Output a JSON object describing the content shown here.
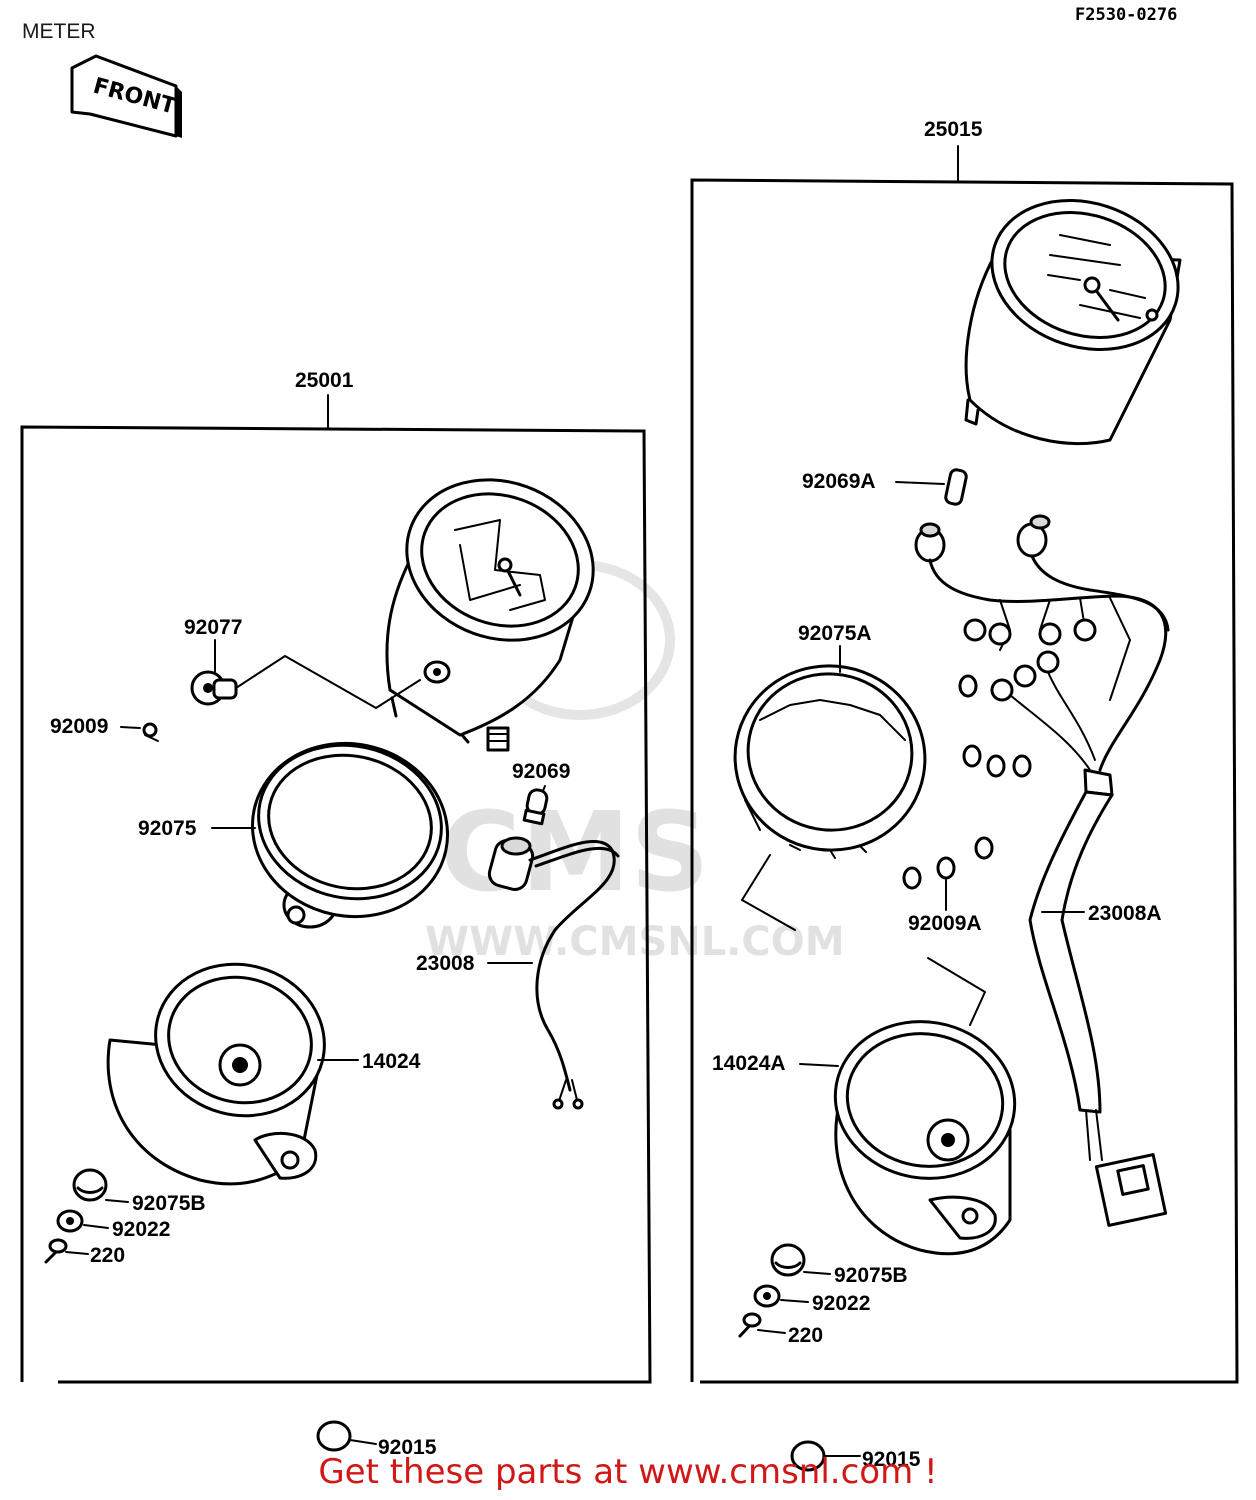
{
  "title": "METER",
  "ref_code": "F2530-0276",
  "front_label": "FRONT",
  "watermark": {
    "brand": "CMS",
    "url": "WWW.CMSNL.COM"
  },
  "assemblies": {
    "left": {
      "number": "25001"
    },
    "right": {
      "number": "25015"
    }
  },
  "parts": {
    "p92077": "92077",
    "p92009": "92009",
    "p92069": "92069",
    "p92075": "92075",
    "p23008": "23008",
    "p14024": "14024",
    "p92075b_l": "92075B",
    "p92022_l": "92022",
    "p220_l": "220",
    "p92015_l": "92015",
    "p92069a": "92069A",
    "p92075a": "92075A",
    "p92009a": "92009A",
    "p23008a": "23008A",
    "p14024a": "14024A",
    "p92075b_r": "92075B",
    "p92022_r": "92022",
    "p220_r": "220",
    "p92015_r": "92015"
  },
  "footer": "Get these parts at www.cmsnl.com !"
}
